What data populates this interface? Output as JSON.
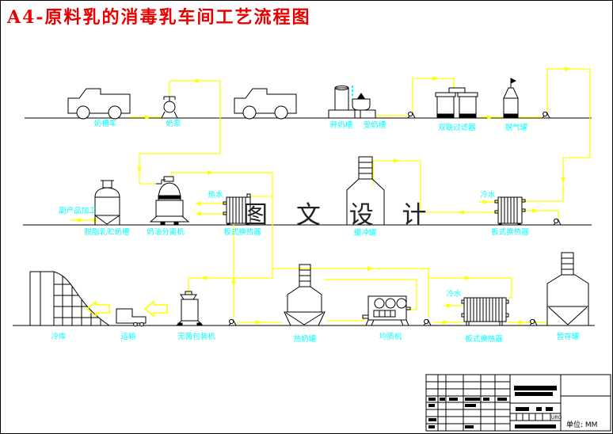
{
  "title": "A4-原料乳的消毒乳车间工艺流程图",
  "watermark": "图 文 设 计",
  "colors": {
    "title_red": "#e80000",
    "flow_line_yellow": "#ffff00",
    "label_cyan": "#00ffff",
    "outline_black": "#000000",
    "background": "#ffffff"
  },
  "labels": {
    "milk_tank_truck": "奶槽车",
    "milk_pump": "奶泵",
    "weighing_tank": "秤奶槽",
    "receiving_tank": "受奶槽",
    "duplex_filter": "双联过滤器",
    "deaerator_tank": "脱气罐",
    "byproduct_processing": "副产品加工",
    "skim_milk_storage_tank": "脱脂乳贮奶槽",
    "cream_separator": "奶油分离机",
    "hot_water": "热水",
    "plate_heat_exchanger_mid_left": "板式换热器",
    "buffer_tank": "缓冲罐",
    "cold_water_mid": "冷水",
    "plate_heat_exchanger_mid_right": "板式换热器",
    "cold_storage": "冷库",
    "transport": "运输",
    "aseptic_packaging_machine": "无菌包装机",
    "hot_milk_tank": "热奶罐",
    "homogenizer": "均质机",
    "cold_water_bottom": "冷水",
    "plate_heat_exchanger_bottom": "板式换热器",
    "holding_tank": "暂存罐"
  },
  "title_block": {
    "unit_label": "单位: MM",
    "small_code": "URO"
  }
}
